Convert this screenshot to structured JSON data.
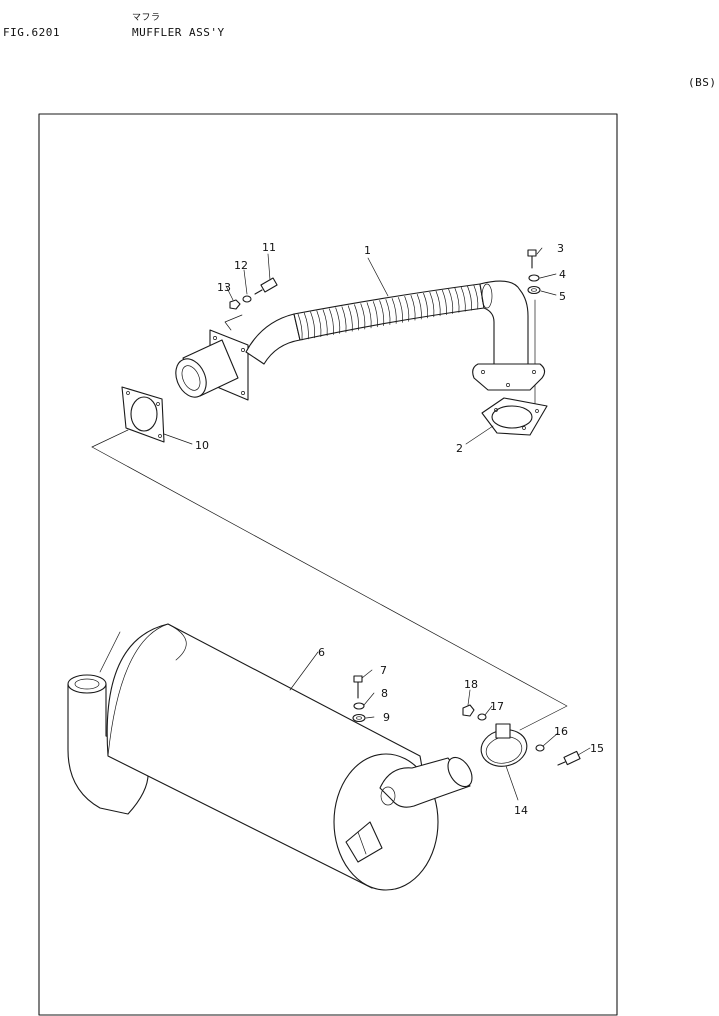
{
  "header": {
    "figure_number": "FIG.6201",
    "title_kana": "マフラ",
    "title": "MUFFLER ASS'Y",
    "variant_code": "(BS)"
  },
  "callouts": [
    "1",
    "2",
    "3",
    "4",
    "5",
    "6",
    "7",
    "8",
    "9",
    "10",
    "11",
    "12",
    "13",
    "14",
    "15",
    "16",
    "17",
    "18"
  ]
}
